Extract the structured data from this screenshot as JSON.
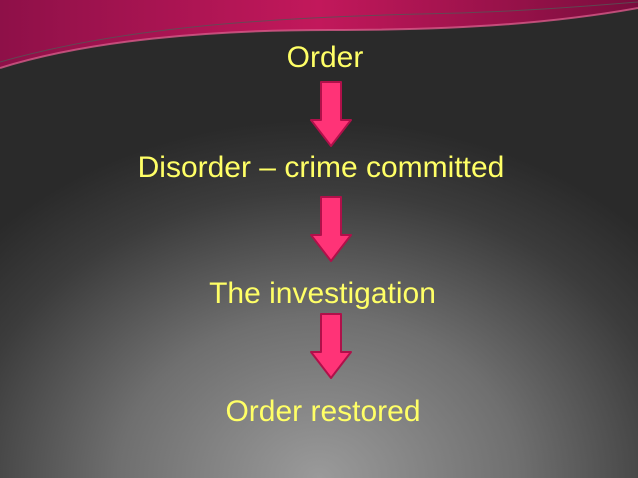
{
  "diagram": {
    "steps": [
      {
        "label": "Order"
      },
      {
        "label": "Disorder – crime committed"
      },
      {
        "label": "The investigation"
      },
      {
        "label": "Order restored"
      }
    ],
    "colors": {
      "text": "#ffff66",
      "arrow_fill": "#ff3377",
      "arrow_stroke": "#b0104a",
      "swoosh": "#c2185b"
    }
  }
}
